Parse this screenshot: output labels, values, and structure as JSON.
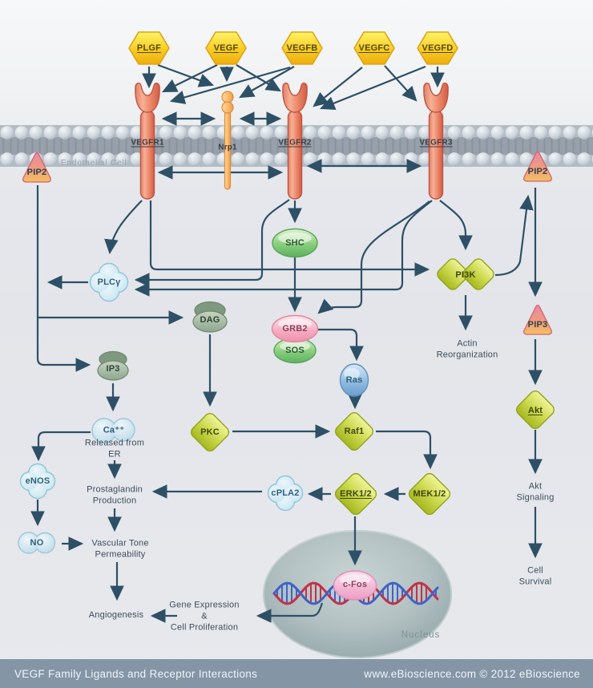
{
  "footer": {
    "title": "VEGF Family Ligands and Receptor Interactions",
    "credit": "www.eBioscience.com © 2012 eBioscience"
  },
  "cell": {
    "membrane_label": "Endothelial Cell",
    "nucleus_label": "Nucleus"
  },
  "ligands": {
    "plgf": "PLGF",
    "vegf": "VEGF",
    "vegfb": "VEGFB",
    "vegfc": "VEGFC",
    "vegfd": "VEGFD"
  },
  "receptors": {
    "vegfr1": "VEGFR1",
    "nrp1": "Nrp1",
    "vegfr2": "VEGFR2",
    "vegfr3": "VEGFR3"
  },
  "molecules": {
    "pip2_left": "PIP2",
    "pip2_right": "PIP2",
    "pip3": "PIP3",
    "plcg": "PLCγ",
    "shc": "SHC",
    "pi3k": "PI3K",
    "dag": "DAG",
    "grb2": "GRB2",
    "sos": "SOS",
    "ip3": "IP3",
    "ras": "Ras",
    "ca": "Ca⁺⁺",
    "pkc": "PKC",
    "raf1": "Raf1",
    "enos": "eNOS",
    "cpla2": "cPLA2",
    "erk": "ERK1/2",
    "mek": "MEK1/2",
    "no": "NO",
    "akt": "Akt",
    "cfos": "c-Fos"
  },
  "annotations": {
    "ca_release": "Released from\nER",
    "prostaglandin": "Prostaglandin\nProduction",
    "vascular": "Vascular Tone\nPermeability",
    "angiogenesis": "Angiogenesis",
    "gene_expression": "Gene Expression\n&\nCell Proliferation",
    "actin": "Actin\nReorganization",
    "akt_signaling": "Akt\nSignaling",
    "cell_survival": "Cell\nSurvival"
  },
  "colors": {
    "arrow": "#2e5066",
    "hexagon": "#f5c51a",
    "receptor": "#e5735a",
    "nrp1": "#f5a85c",
    "pip_triangle": "#ec8fae",
    "diamond_green": "#ccd94e",
    "ellipse_green": "#8ed080",
    "ellipse_pink": "#f6afc4",
    "ellipse_blue": "#90bce0",
    "clover_blue": "#c3e2ef",
    "sage": "#93ab93",
    "nucleus": "#a5b6b8",
    "dna_red": "#c23248",
    "dna_blue": "#3f63c8",
    "footer_bg": "#8495a6",
    "membrane_band": "#98a1ab"
  }
}
